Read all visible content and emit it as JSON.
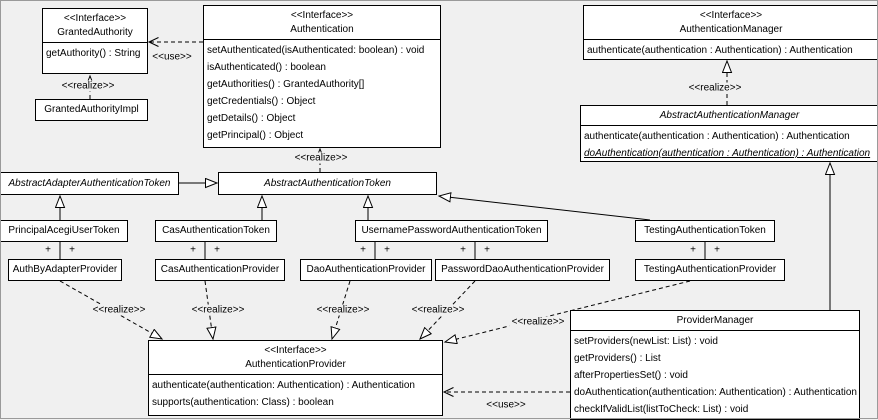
{
  "diagram": {
    "background": "#f0f0f0",
    "box_background": "#ffffff",
    "line_color": "#000000"
  },
  "labels": {
    "use": "<<use>>",
    "realize": "<<realize>>",
    "plus": "+"
  },
  "classes": {
    "granted_authority": {
      "stereotype": "<<Interface>>",
      "name": "GrantedAuthority",
      "methods": [
        "getAuthority() : String"
      ]
    },
    "granted_authority_impl": {
      "name": "GrantedAuthorityImpl"
    },
    "authentication": {
      "stereotype": "<<Interface>>",
      "name": "Authentication",
      "methods": [
        "setAuthenticated(isAuthenticated: boolean) : void",
        "isAuthenticated() : boolean",
        "getAuthorities() : GrantedAuthority[]",
        "getCredentials() : Object",
        "getDetails() : Object",
        "getPrincipal() : Object"
      ]
    },
    "authentication_manager": {
      "stereotype": "<<Interface>>",
      "name": "AuthenticationManager",
      "methods": [
        "authenticate(authentication : Authentication) : Authentication"
      ]
    },
    "abstract_authentication_manager": {
      "name": "AbstractAuthenticationManager",
      "methods": [
        "authenticate(authentication : Authentication) : Authentication",
        "doAuthentication(authentication : Authentication) : Authentication"
      ]
    },
    "abstract_adapter_authentication_token": {
      "name": "AbstractAdapterAuthenticationToken"
    },
    "abstract_authentication_token": {
      "name": "AbstractAuthenticationToken"
    },
    "principal_acegi_user_token": {
      "name": "PrincipalAcegiUserToken"
    },
    "cas_authentication_token": {
      "name": "CasAuthenticationToken"
    },
    "username_password_authentication_token": {
      "name": "UsernamePasswordAuthenticationToken"
    },
    "testing_authentication_token": {
      "name": "TestingAuthenticationToken"
    },
    "auth_by_adapter_provider": {
      "name": "AuthByAdapterProvider"
    },
    "cas_authentication_provider": {
      "name": "CasAuthenticationProvider"
    },
    "dao_authentication_provider": {
      "name": "DaoAuthenticationProvider"
    },
    "password_dao_authentication_provider": {
      "name": "PasswordDaoAuthenticationProvider"
    },
    "testing_authentication_provider": {
      "name": "TestingAuthenticationProvider"
    },
    "authentication_provider": {
      "stereotype": "<<Interface>>",
      "name": "AuthenticationProvider",
      "methods": [
        "authenticate(authentication: Authentication) : Authentication",
        "supports(authentication: Class) : boolean"
      ]
    },
    "provider_manager": {
      "name": "ProviderManager",
      "methods": [
        "setProviders(newList: List) : void",
        "getProviders() : List",
        "afterPropertiesSet() : void",
        "doAuthentication(authentication: Authentication) : Authentication",
        "checkIfValidList(listToCheck: List) : void"
      ]
    }
  }
}
